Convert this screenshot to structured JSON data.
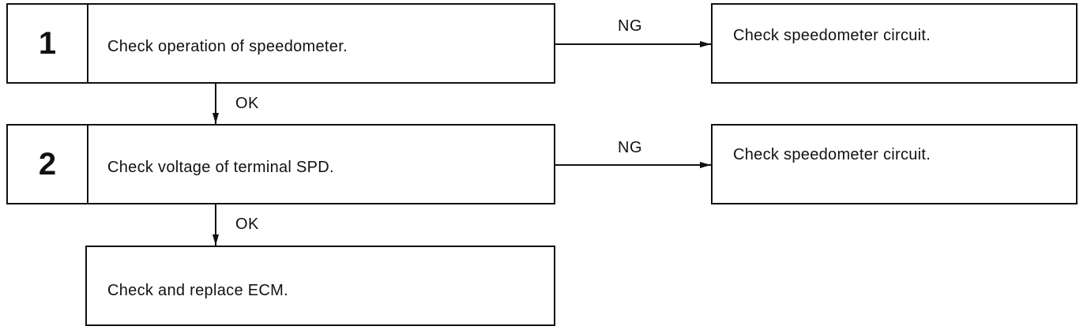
{
  "steps": [
    {
      "number": "1",
      "text": "Check operation of speedometer.",
      "ng_label": "NG",
      "ng_result": "Check speedometer circuit.",
      "ok_label": "OK"
    },
    {
      "number": "2",
      "text": "Check voltage of terminal SPD.",
      "ng_label": "NG",
      "ng_result": "Check speedometer circuit.",
      "ok_label": "OK"
    }
  ],
  "final": {
    "text": "Check and replace ECM."
  }
}
